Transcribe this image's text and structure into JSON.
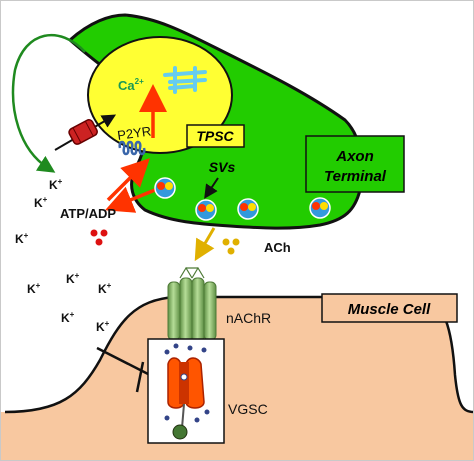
{
  "labels": {
    "calcium_base": "Ca",
    "calcium_sup": "2+",
    "receptor": "P2YR",
    "tpsc": "TPSC",
    "svs": "SVs",
    "axon_terminal_line1": "Axon",
    "axon_terminal_line2": "Terminal",
    "atp_adp": "ATP/ADP",
    "ach": "ACh",
    "nachr": "nAChR",
    "muscle_cell": "Muscle Cell",
    "vgsc": "VGSC",
    "potassium": [
      "K+",
      "K+",
      "K+",
      "K+",
      "K+",
      "K+",
      "K+"
    ],
    "potassium_base": "K",
    "potassium_sup": "+"
  },
  "colors": {
    "axon_green": "#22cc00",
    "tpsc_yellow": "#ffff33",
    "muscle_peach": "#f8c8a0",
    "arrow_red": "#ff3300",
    "ach_gold": "#e0b000",
    "dark_green_arrow": "#1f8a1f",
    "channel_orange": "#ff5500",
    "nachr_green": "#88bb66",
    "calcium_store_blue": "#66ccee"
  },
  "icons": {
    "k_channel": "potassium-channel-icon",
    "calcium_store": "calcium-store-icon",
    "receptor": "p2y-receptor-icon",
    "vesicle": "synaptic-vesicle-icon",
    "nachr": "nachr-channel-icon",
    "vgsc": "sodium-channel-icon"
  }
}
